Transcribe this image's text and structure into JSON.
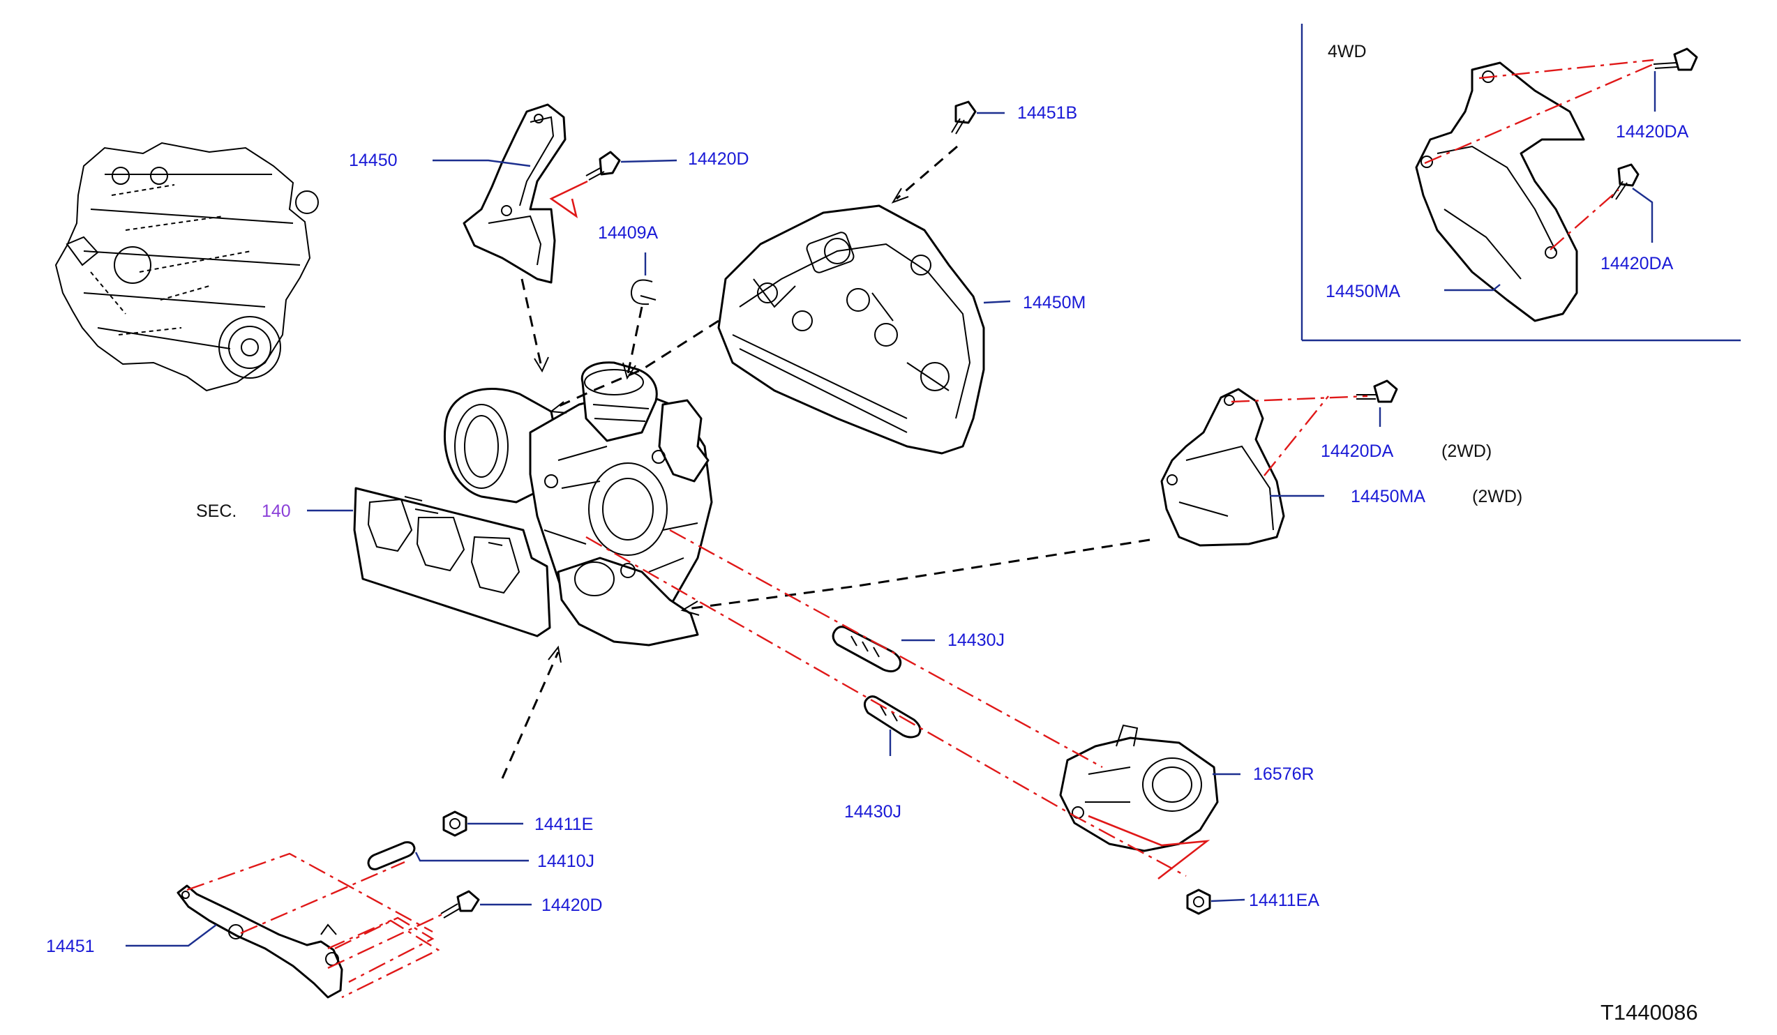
{
  "variant_4wd": "4WD",
  "sec_label": "SEC.",
  "sec_number": "140",
  "drawing_id": "T1440086",
  "colors": {
    "callout": "#1a1ad6",
    "leader": "#1c2f8f",
    "assembly_line": "#e01818",
    "section_ref": "#8a3fd8"
  },
  "parts": {
    "p14450": "14450",
    "p14420D_top": "14420D",
    "p14451B": "14451B",
    "p14409A": "14409A",
    "p14450M": "14450M",
    "p14420DA_4wd_a": "14420DA",
    "p14420DA_4wd_b": "14420DA",
    "p14450MA_4wd": "14450MA",
    "p14420DA_2wd": "14420DA",
    "p14450MA_2wd": "14450MA",
    "qual_2wd_a": "(2WD)",
    "qual_2wd_b": "(2WD)",
    "p14430J_upper": "14430J",
    "p14430J_lower": "14430J",
    "p16576R": "16576R",
    "p14411E": "14411E",
    "p14410J": "14410J",
    "p14420D_low": "14420D",
    "p14451": "14451",
    "p14411EA": "14411EA"
  }
}
